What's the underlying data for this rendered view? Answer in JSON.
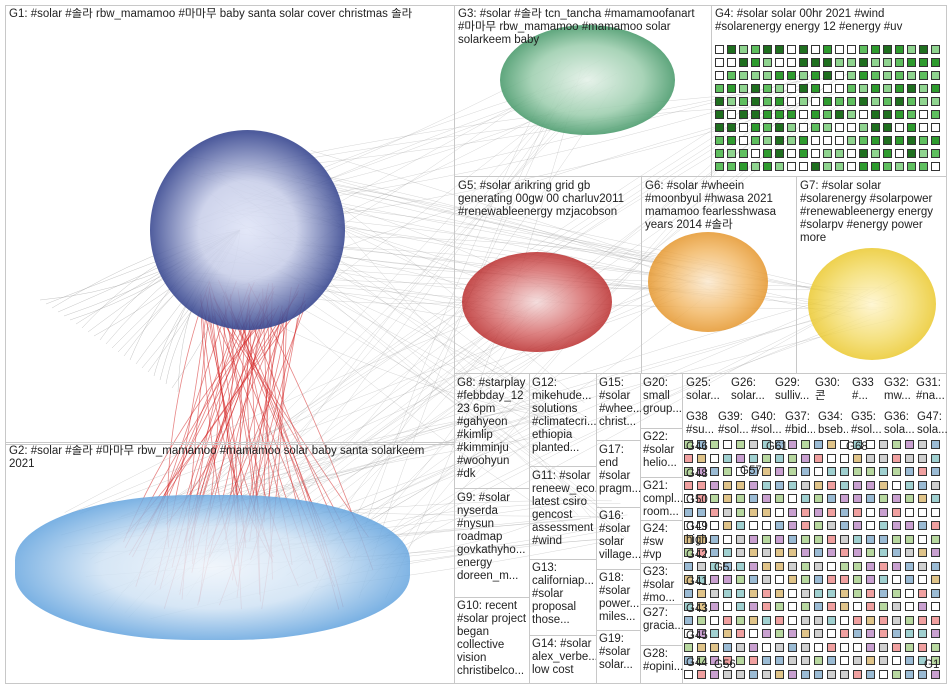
{
  "groups": [
    {
      "id": "G1",
      "text": "G1: #solar #솔라 rbw_mamamoo #마마무 baby santa solar cover christmas 솔라"
    },
    {
      "id": "G2",
      "text": "G2: #solar #솔라 #마마무 rbw_mamamoo #mamamoo solar baby santa solarkeem\n2021"
    },
    {
      "id": "G3",
      "text": "G3: #solar #솔라 tcn_tancha #mamamoofanart\n#마마무 rbw_mamamoo #mamamoo solar\nsolarkeem baby"
    },
    {
      "id": "G4",
      "text": "G4: #solar solar 00hr 2021 #wind\n#solarenergy energy 12 #energy #uv"
    },
    {
      "id": "G5",
      "text": "G5: #solar arikring grid gb\ngenerating 00gw 00 charluv2011\n#renewableenergy mzjacobson"
    },
    {
      "id": "G6",
      "text": "G6: #solar #wheein\n#moonbyul #hwasa 2021\nmamamoo fearlesshwasa\nyears 2014 #솔라"
    },
    {
      "id": "G7",
      "text": "G7: #solar solar\n#solarenergy #solarpower\n#renewableenergy energy\n#solarpv #energy power\nmore"
    },
    {
      "id": "G8",
      "text": "G8: #starplay\n#febbday_12\n23 6pm\n#gahyeon\n#kimlip\n#kimminju\n#woohyun\n#dk"
    },
    {
      "id": "G9",
      "text": "G9: #solar\nnyserda\n#nysun\nroadmap\ngovkathyho...\nenergy\ndoreen_m..."
    },
    {
      "id": "G10",
      "text": "G10: recent\n#solar project\nbegan\ncollective\nvision\nchristibelco..."
    },
    {
      "id": "G11",
      "text": "G11: #solar\nreneew_eco...\nlatest csiro\ngencost\nassessment\n#wind"
    },
    {
      "id": "G12",
      "text": "G12:\nmikehude...\nsolutions\n#climatecri...\nethiopia\nplanted..."
    },
    {
      "id": "G13",
      "text": "G13:\ncaliforniap...\n#solar\nproposal\nthose..."
    },
    {
      "id": "G14",
      "text": "G14: #solar\nalex_verbe...\nlow cost"
    },
    {
      "id": "G15",
      "text": "G15:\n#solar\n#whee...\nchrist..."
    },
    {
      "id": "G16",
      "text": "G16:\n#solar\nsolar\nvillage..."
    },
    {
      "id": "G17",
      "text": "G17:\nend\n#solar\npragm..."
    },
    {
      "id": "G18",
      "text": "G18:\n#solar\npower...\nmiles..."
    },
    {
      "id": "G19",
      "text": "G19:\n#solar\nsolar..."
    },
    {
      "id": "G20",
      "text": "G20:\nsmall\ngroup..."
    },
    {
      "id": "G21",
      "text": "G21:\ncompl...\nroom..."
    },
    {
      "id": "G22",
      "text": "G22:\n#solar\nhelio..."
    },
    {
      "id": "G23",
      "text": "G23:\n#solar\n#mo..."
    },
    {
      "id": "G24",
      "text": "G24:\n#sw\n#vp"
    },
    {
      "id": "G25",
      "text": "G25:\nsolar..."
    },
    {
      "id": "G26",
      "text": "G26:\nsolar..."
    },
    {
      "id": "G27",
      "text": "G27:\ngracia..."
    },
    {
      "id": "G28",
      "text": "G28:\n#opini..."
    },
    {
      "id": "G29",
      "text": "G29:\nsulliv..."
    },
    {
      "id": "G30",
      "text": "G30:\n콘"
    },
    {
      "id": "G31",
      "text": "G31:\n#na..."
    },
    {
      "id": "G32",
      "text": "G32:\nmw..."
    },
    {
      "id": "G33",
      "text": "G33\n#..."
    },
    {
      "id": "G34",
      "text": "G34:\nbseb..."
    },
    {
      "id": "G35",
      "text": "G35:\n#sol..."
    },
    {
      "id": "G36",
      "text": "G36:\nsola..."
    },
    {
      "id": "G37",
      "text": "G37:\n#bid..."
    },
    {
      "id": "G38",
      "text": "G38\n#su..."
    },
    {
      "id": "G39",
      "text": "G39:\n#sol..."
    },
    {
      "id": "G40",
      "text": "G40:\n#sol..."
    },
    {
      "id": "G41",
      "text": "G41..."
    },
    {
      "id": "G42",
      "text": "G42..."
    },
    {
      "id": "G43",
      "text": "G43..."
    },
    {
      "id": "G44",
      "text": "G44"
    },
    {
      "id": "G45",
      "text": "G45"
    },
    {
      "id": "G46",
      "text": "G46"
    },
    {
      "id": "G47",
      "text": "G47:\nsola..."
    },
    {
      "id": "G48",
      "text": "G48"
    },
    {
      "id": "G49",
      "text": "G49\nhigh..."
    },
    {
      "id": "G50",
      "text": "G50"
    },
    {
      "id": "G51",
      "text": "G5..."
    },
    {
      "id": "G56",
      "text": "G56"
    },
    {
      "id": "G57",
      "text": "G57"
    },
    {
      "id": "G61",
      "text": "G61"
    },
    {
      "id": "G68",
      "text": "G68"
    },
    {
      "id": "G1x",
      "text": "G1"
    }
  ],
  "colors": {
    "panel_border": "#c8c8c8",
    "g1_cluster": "#1e2a6e",
    "g2_cluster": "#2a7fd0",
    "g3_cluster": "#2f8a57",
    "g4_grid": "#2e9b2e",
    "g5_cluster": "#b01818",
    "g6_cluster": "#e08a18",
    "g7_cluster": "#e8c21a",
    "red_edges": "#d42020",
    "gray_edges": "#8a8a8a"
  }
}
